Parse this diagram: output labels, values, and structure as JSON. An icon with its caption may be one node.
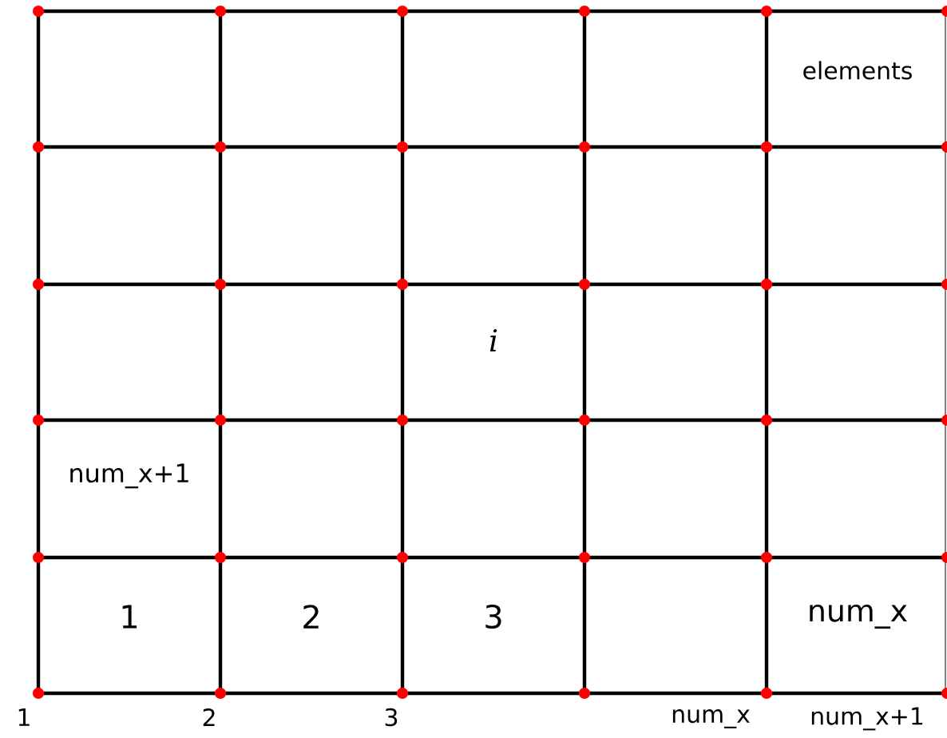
{
  "diagram": {
    "labels": [
      "elements",
      "i",
      "num_x+1",
      "1",
      "2",
      "3",
      "num_x",
      "1",
      "2",
      "3",
      "num_x",
      "num_x+1"
    ]
  }
}
